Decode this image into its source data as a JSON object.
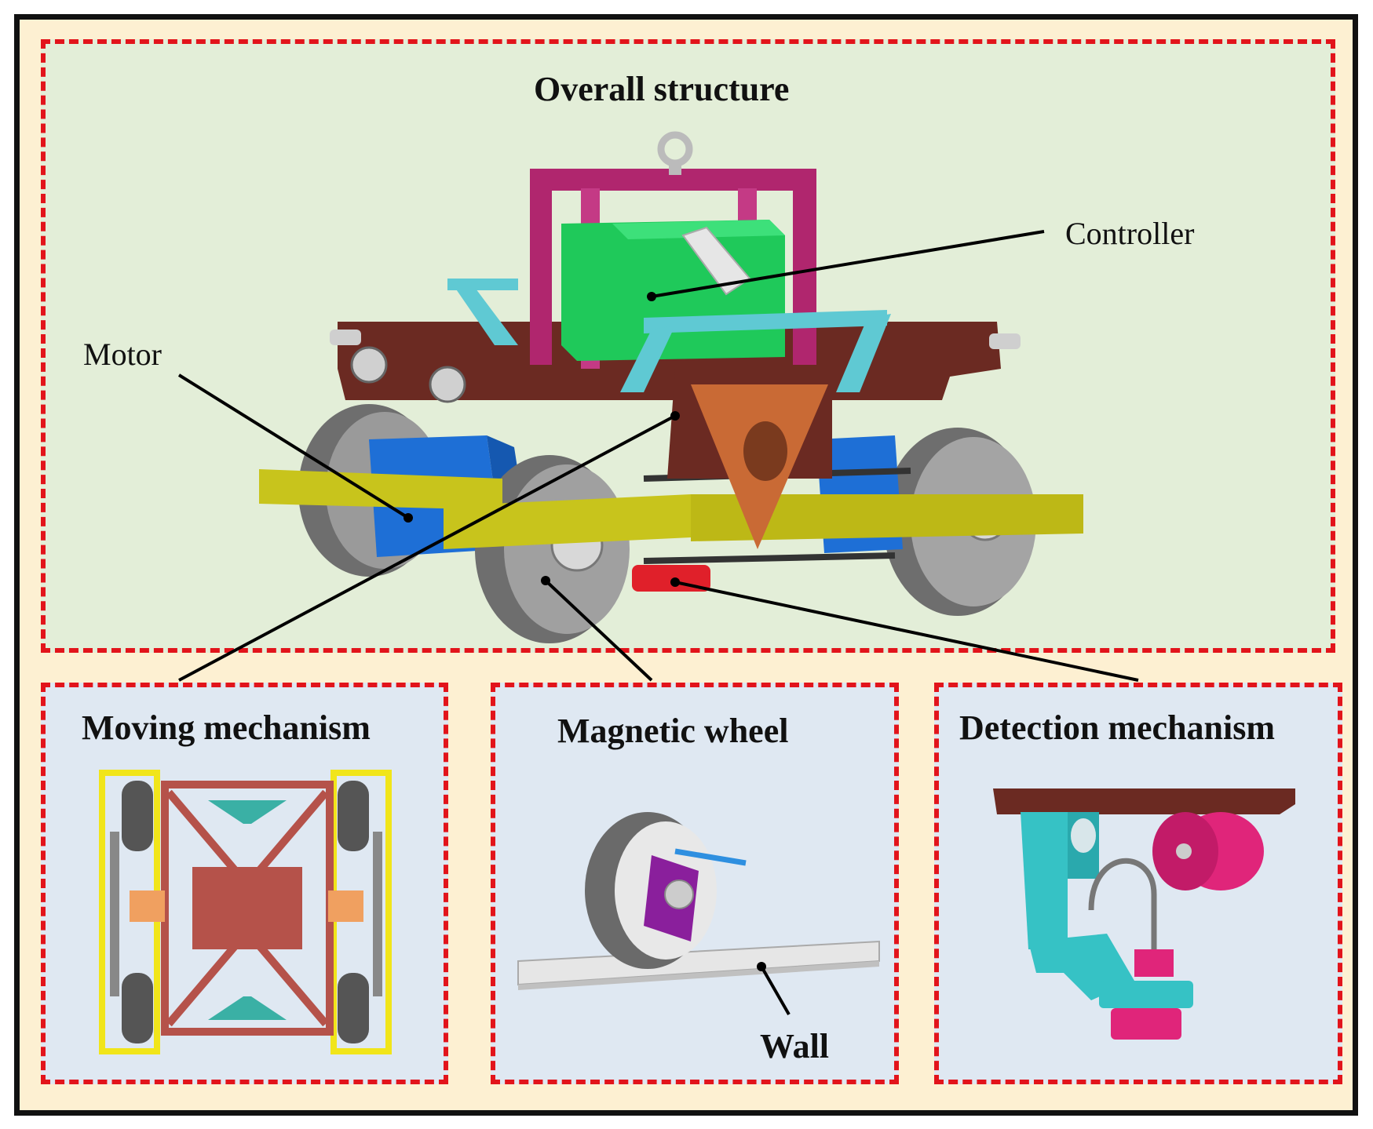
{
  "titles": {
    "overall": "Overall structure",
    "moving": "Moving mechanism",
    "wheel": "Magnetic wheel",
    "detect": "Detection mechanism"
  },
  "labels": {
    "controller": "Controller",
    "motor": "Motor",
    "wall": "Wall"
  },
  "colors": {
    "frame_border": "#111111",
    "outer_background": "#fdf0d2",
    "dashed_border": "#e2141b",
    "overall_panel_background": "#e3eed8",
    "sub_panel_background": "#dfe8f2",
    "frame_magenta": "#b0266e",
    "controller_green": "#1fc95a",
    "chassis_brown": "#6b2a22",
    "link_cyan": "#5fc9d3",
    "motor_blue": "#1e6fd6",
    "rail_yellow": "#c8c41c",
    "plate_orange": "#c96a35",
    "wheel_gray": "#8a8a8a",
    "sensor_red": "#e0202a",
    "wheel_hub_purple": "#8a1f9c",
    "sensor_pink": "#e0257a"
  }
}
